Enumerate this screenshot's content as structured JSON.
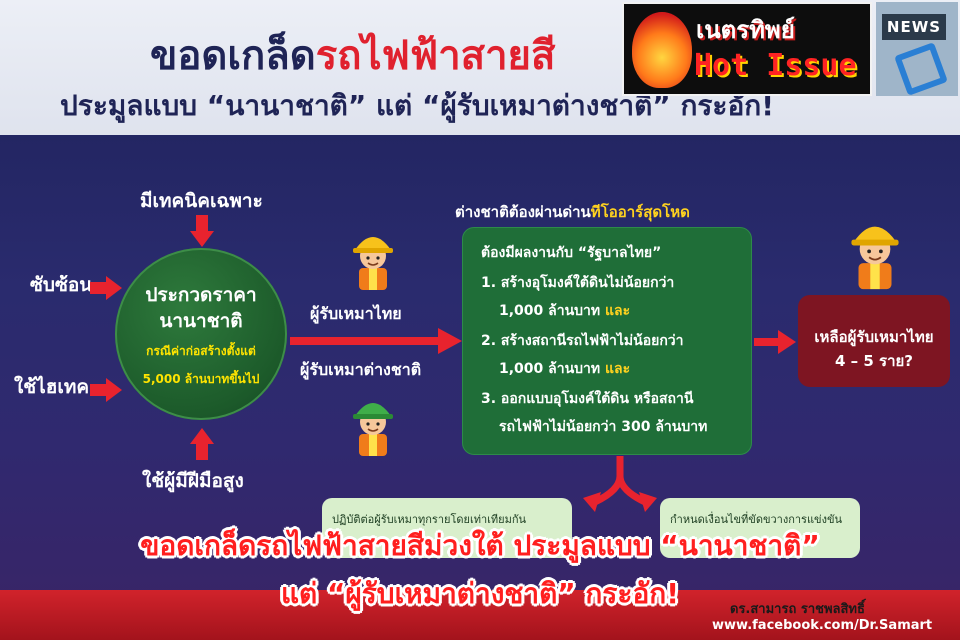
{
  "header": {
    "title_dark": "ขอดเกล็ด",
    "title_red": "รถไฟฟ้าสายสี",
    "subtitle": "ประมูลแบบ “นานาชาติ” แต่ “ผู้รับเหมาต่างชาติ” กระอัก!"
  },
  "logo": {
    "name": "เนตรทิพย์",
    "hot_issue": "Hot Issue",
    "news": "NEWS"
  },
  "diagram": {
    "top_label": "มีเทคนิคเฉพาะ",
    "left_label_1": "ซับซ้อน",
    "left_label_2": "ใช้ไฮเทค",
    "bottom_label": "ใช้ผู้มีฝีมือสูง",
    "circle": {
      "line1": "ประกวดราคา",
      "line2": "นานาชาติ",
      "line3": "กรณีค่าก่อสร้างตั้งแต่",
      "line4": "5,000 ล้านบาทขึ้นไป"
    },
    "thai_contractor": "ผู้รับเหมาไทย",
    "foreign_contractor": "ผู้รับเหมาต่างชาติ",
    "requirement_title_white": "ต่างชาติต้องผ่านด่าน",
    "requirement_title_yellow": "ทีโออาร์สุดโหด",
    "requirements": {
      "heading": "ต้องมีผลงานกับ “รัฐบาลไทย”",
      "item1_a": "1. สร้างอุโมงค์ใต้ดินไม่น้อยกว่า",
      "item1_b": "1,000 ล้านบาท",
      "item1_and": "และ",
      "item2_a": "2. สร้างสถานีรถไฟฟ้าไม่น้อยกว่า",
      "item2_b": "1,000 ล้านบาท",
      "item2_and": "และ",
      "item3_a": "3. ออกแบบอุโมงค์ใต้ดิน หรือสถานี",
      "item3_b": "รถไฟฟ้าไม่น้อยกว่า 300 ล้านบาท"
    },
    "result_line1": "เหลือผู้รับเหมาไทย",
    "result_line2": "4 – 5 ราย?",
    "sub_box_left": "ปฏิบัติต่อผู้รับเหมาทุกรายโดยเท่าเทียมกัน",
    "sub_box_right": "กำหนดเงื่อนไขที่ขัดขวางการแข่งขัน"
  },
  "credit": {
    "author": "ดร.สามารถ ราชพลสิทธิ์",
    "url": "www.facebook.com/Dr.Samart"
  },
  "caption": {
    "line1": "ขอดเกล็ดรถไฟฟ้าสายสีม่วงใต้ ประมูลแบบ “นานาชาติ”",
    "line2": "แต่ “ผู้รับเหมาต่างชาติ” กระอัก!"
  },
  "colors": {
    "background": "#262866",
    "title_dark": "#1f2456",
    "title_red": "#e0212e",
    "green_box": "#1f6e38",
    "result_box": "#7e1522",
    "arrow_red": "#e8232e",
    "highlight_yellow": "#ffd21f",
    "caption_red": "#ff1f1f"
  },
  "icons": {
    "arrows": "arrow-icon",
    "thai_worker": "worker-yellow-helmet-icon",
    "foreign_worker": "worker-green-helmet-icon",
    "result_worker": "worker-yellow-helmet-icon"
  }
}
